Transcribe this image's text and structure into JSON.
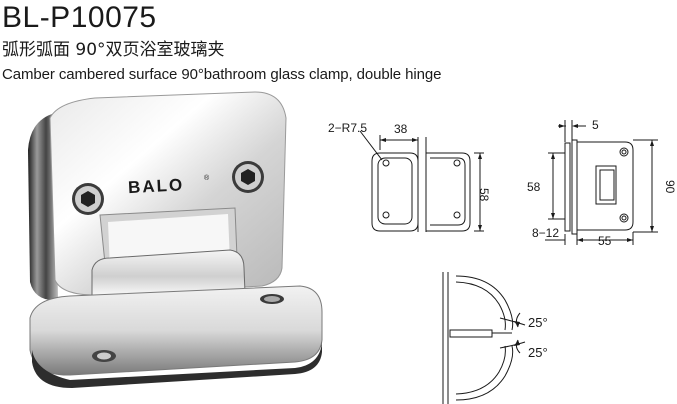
{
  "header": {
    "model": "BL-P10075",
    "subtitle_cn": "弧形弧面 90°双页浴室玻璃夹",
    "subtitle_en": "Camber cambered surface 90°bathroom glass clamp, double hinge"
  },
  "product_photo": {
    "brand": "BALO",
    "registered": "®"
  },
  "drawing_front": {
    "radius_label": "2−R7.5",
    "width_label": "38",
    "height_label": "58"
  },
  "drawing_side": {
    "top_label": "5",
    "inner_height_label": "58",
    "outer_height_label": "90",
    "gap_label": "8−12",
    "depth_label": "55"
  },
  "drawing_top": {
    "angle_upper": "25°",
    "angle_lower": "25°"
  },
  "colors": {
    "line": "#1a1a1a",
    "chrome_light": "#f4f4f4",
    "chrome_dark": "#3a3a3a"
  }
}
